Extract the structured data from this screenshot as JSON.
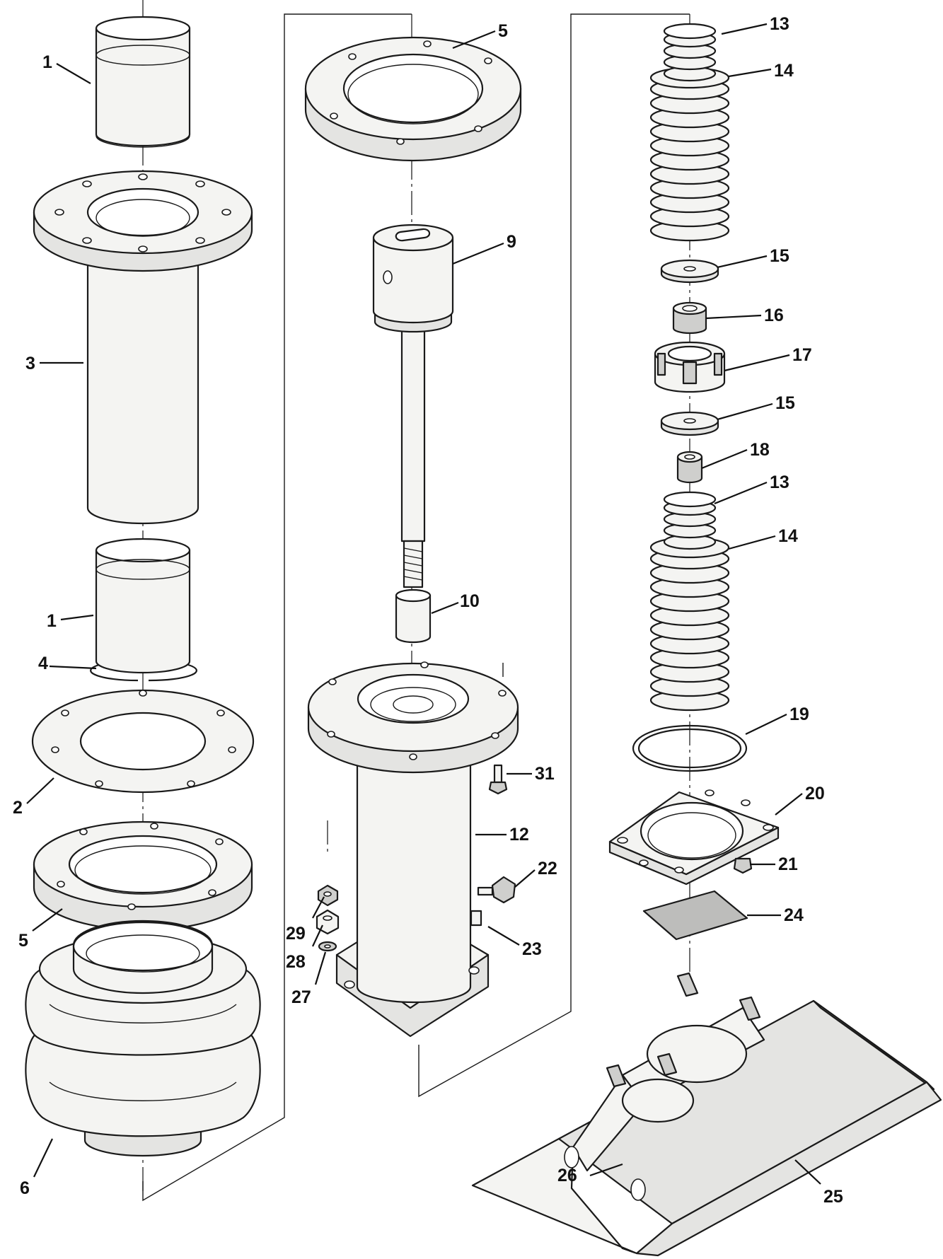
{
  "callouts": [
    {
      "id": "c1a",
      "text": "1"
    },
    {
      "id": "c3",
      "text": "3"
    },
    {
      "id": "c1b",
      "text": "1"
    },
    {
      "id": "c4",
      "text": "4"
    },
    {
      "id": "c2",
      "text": "2"
    },
    {
      "id": "c5a",
      "text": "5"
    },
    {
      "id": "c6",
      "text": "6"
    },
    {
      "id": "c5b",
      "text": "5"
    },
    {
      "id": "c9",
      "text": "9"
    },
    {
      "id": "c10",
      "text": "10"
    },
    {
      "id": "c31",
      "text": "31"
    },
    {
      "id": "c12",
      "text": "12"
    },
    {
      "id": "c22",
      "text": "22"
    },
    {
      "id": "c23",
      "text": "23"
    },
    {
      "id": "c29",
      "text": "29"
    },
    {
      "id": "c28",
      "text": "28"
    },
    {
      "id": "c27",
      "text": "27"
    },
    {
      "id": "c13a",
      "text": "13"
    },
    {
      "id": "c14a",
      "text": "14"
    },
    {
      "id": "c15a",
      "text": "15"
    },
    {
      "id": "c16",
      "text": "16"
    },
    {
      "id": "c17",
      "text": "17"
    },
    {
      "id": "c15b",
      "text": "15"
    },
    {
      "id": "c18",
      "text": "18"
    },
    {
      "id": "c13b",
      "text": "13"
    },
    {
      "id": "c14b",
      "text": "14"
    },
    {
      "id": "c19",
      "text": "19"
    },
    {
      "id": "c20",
      "text": "20"
    },
    {
      "id": "c21",
      "text": "21"
    },
    {
      "id": "c24",
      "text": "24"
    },
    {
      "id": "c26",
      "text": "26"
    },
    {
      "id": "c25",
      "text": "25"
    }
  ]
}
